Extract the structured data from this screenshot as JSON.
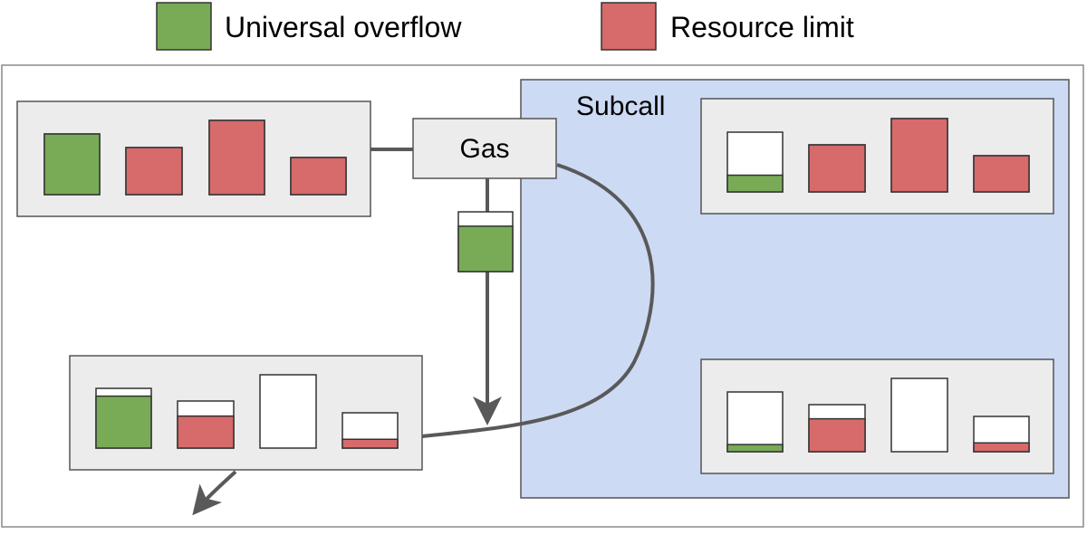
{
  "legend": {
    "green": {
      "label": "Universal overflow",
      "color": "#79ab57"
    },
    "red": {
      "label": "Resource limit",
      "color": "#d76a6a"
    }
  },
  "gas_label": "Gas",
  "subcall_label": "Subcall",
  "colors": {
    "green": "#79ab57",
    "red": "#d76a6a",
    "panel_fill": "#ececec",
    "subcall_fill": "#ccdaf4",
    "line": "#595959"
  },
  "resources": {
    "caller_start": [
      {
        "kind": "green",
        "fill": 1.0
      },
      {
        "kind": "red",
        "fill": 1.0
      },
      {
        "kind": "red",
        "fill": 1.0
      },
      {
        "kind": "red",
        "fill": 1.0
      }
    ],
    "subcall_start": [
      {
        "kind": "green",
        "fill": 0.28
      },
      {
        "kind": "red",
        "fill": 1.0
      },
      {
        "kind": "red",
        "fill": 1.0
      },
      {
        "kind": "red",
        "fill": 1.0
      }
    ],
    "subcall_end": [
      {
        "kind": "green",
        "fill": 0.12
      },
      {
        "kind": "red",
        "fill": 0.7
      },
      {
        "kind": "red",
        "fill": 0.0
      },
      {
        "kind": "red",
        "fill": 0.25
      }
    ],
    "caller_end": [
      {
        "kind": "green",
        "fill": 0.87
      },
      {
        "kind": "red",
        "fill": 0.68
      },
      {
        "kind": "red",
        "fill": 0.0
      },
      {
        "kind": "red",
        "fill": 0.25
      }
    ],
    "gas_transfer": {
      "kind": "green",
      "fill": 0.76
    }
  }
}
